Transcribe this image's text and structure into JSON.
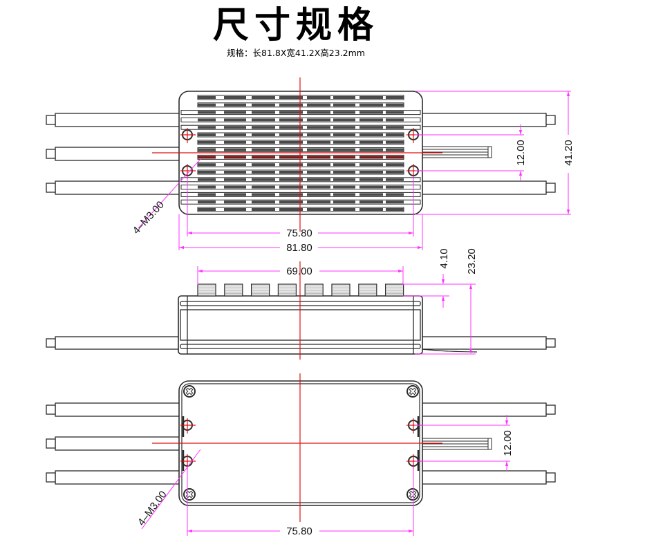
{
  "header": {
    "title": "尺寸规格",
    "subtitle": "规格：长81.8X宽41.2X高23.2mm"
  },
  "colors": {
    "outline": "#2a2a2a",
    "centerline": "#e01010",
    "dimension": "#ff33ff",
    "fin_dark": "#4a4a4a"
  },
  "views": {
    "top": {
      "dim_hole_spacing_width": "75.80",
      "dim_total_length": "81.80",
      "dim_hole_spacing_height": "12.00",
      "dim_total_width": "41.20",
      "dim_holes": "4–M3.00"
    },
    "side": {
      "dim_fin_length": "69.00",
      "dim_fin_height": "4.10",
      "dim_total_height": "23.20"
    },
    "bottom": {
      "dim_hole_spacing_width": "75.80",
      "dim_hole_spacing_height": "12.00",
      "dim_holes": "4–M3.00"
    }
  }
}
